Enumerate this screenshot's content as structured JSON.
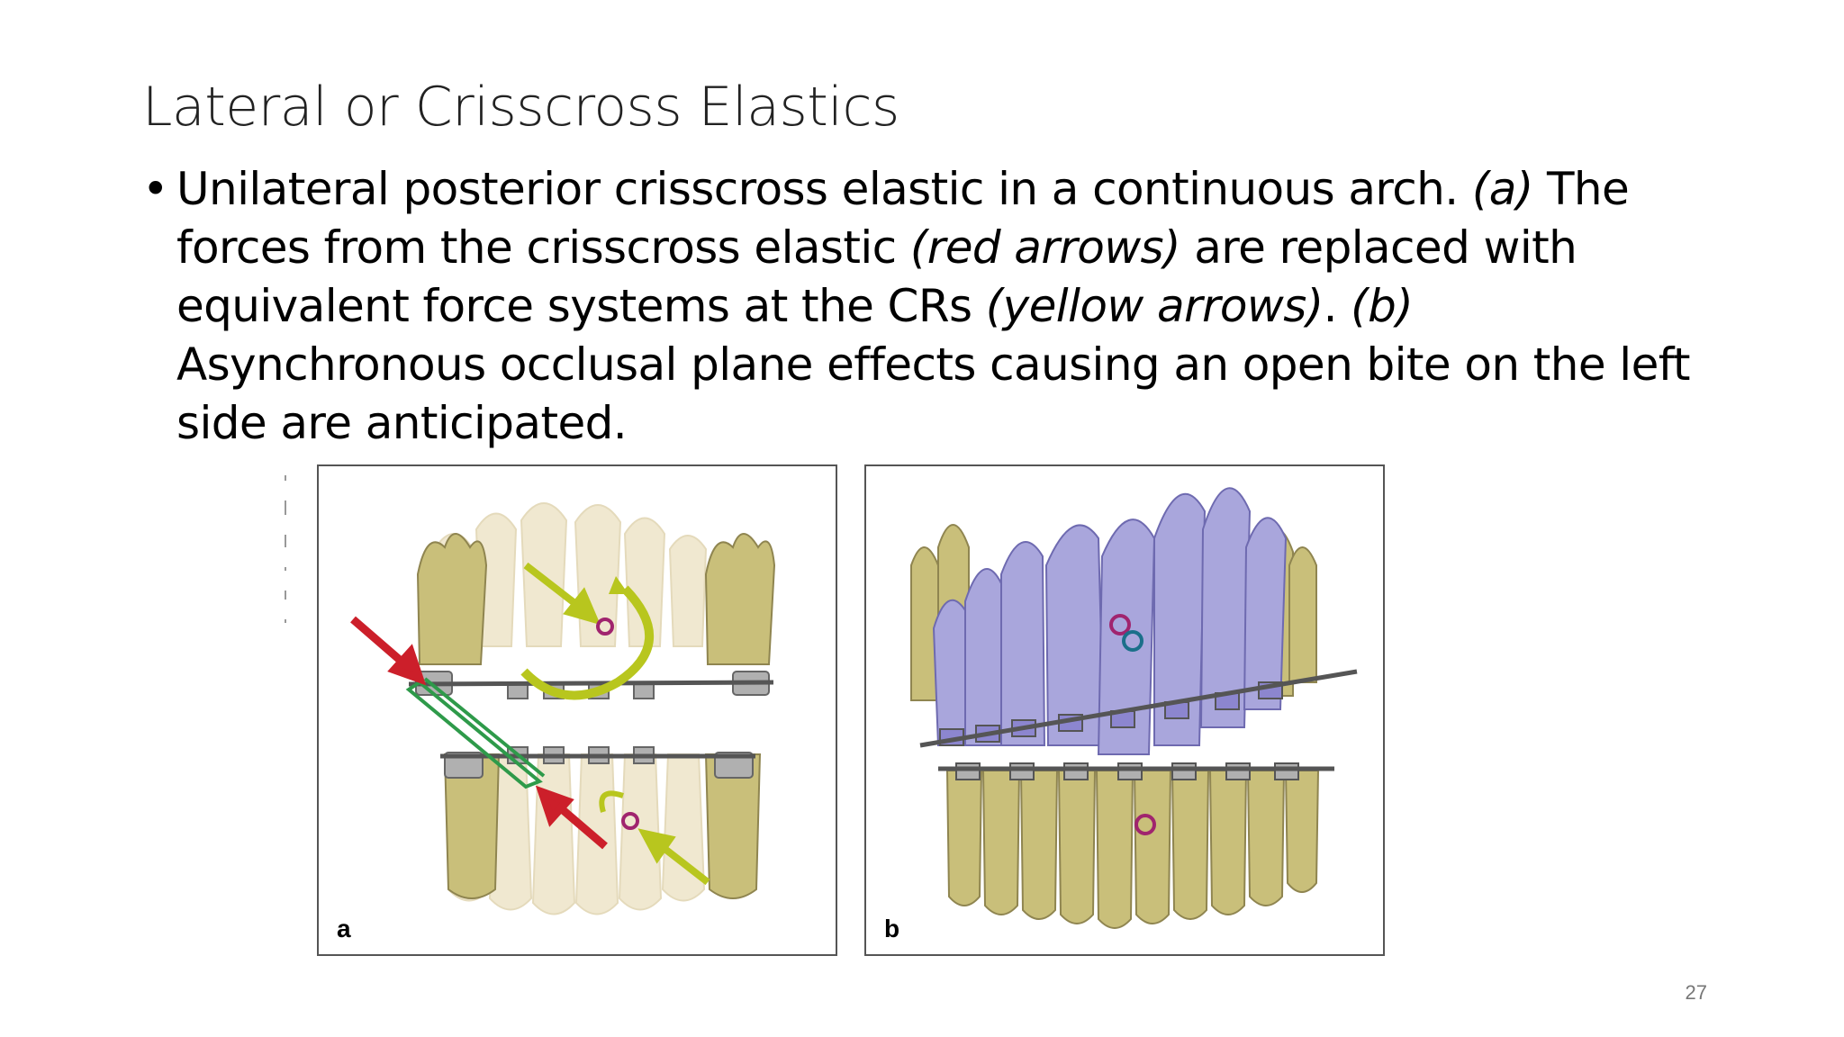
{
  "slide": {
    "title": "Lateral or Crisscross Elastics",
    "bullet_symbol": "•",
    "text": {
      "p1": "Unilateral posterior crisscross elastic in a continuous arch. ",
      "a_marker": "(a)",
      "p2": " The forces from the crisscross elastic ",
      "red_arrows": "(red arrows)",
      "p3": " are replaced with equivalent force systems at the CRs ",
      "yellow_arrows": "(yellow arrows)",
      "p4": ". ",
      "b_marker": "(b)",
      "p5": " Asynchronous occlusal plane effects causing an open bite on the left side are anticipated."
    },
    "figures": {
      "a_label": "a",
      "b_label": "b"
    },
    "page_number": "27"
  },
  "colors": {
    "tooth_yellow": "#c9bf7a",
    "tooth_faint": "#efe6cc",
    "tooth_blue": "#a9a6dc",
    "arrow_red": "#cc1f2a",
    "arrow_yellow": "#b8c61e",
    "elastic_green": "#2e9a4a",
    "cr_marker": "#a0246e",
    "cr_marker_blue": "#1b6f8a",
    "wire": "#555555"
  }
}
